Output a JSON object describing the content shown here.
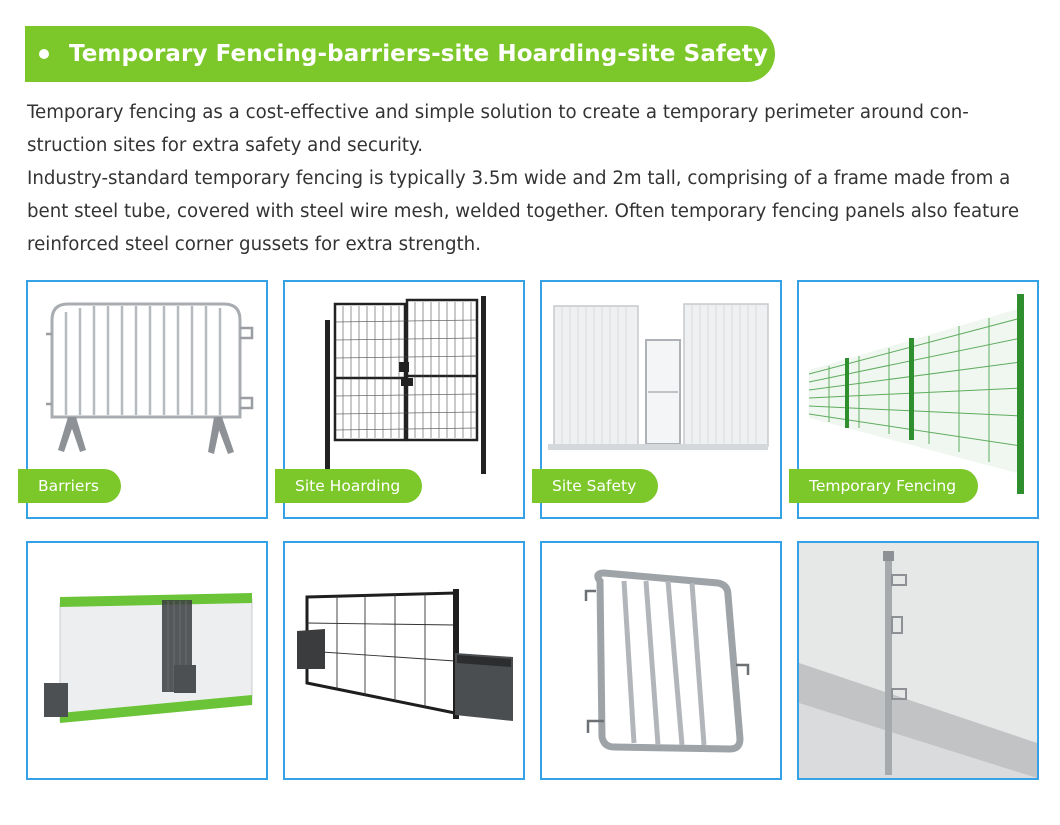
{
  "header": {
    "title": "Temporary Fencing-barriers-site Hoarding-site Safety"
  },
  "description": {
    "paragraph_1": "Temporary fencing as a cost-effective and simple solution to create a temporary perimeter around con-struction sites for extra safety and security.",
    "paragraph_2": "Industry-standard temporary fencing is typically 3.5m wide and 2m tall, comprising of a frame made from a bent steel tube, covered with steel wire mesh, welded together.   Often temporary fencing panels also feature reinforced steel corner gussets for extra strength."
  },
  "products": [
    {
      "label": "Barriers",
      "image": "crowd-barrier-image"
    },
    {
      "label": "Site Hoarding",
      "image": "mesh-gate-image"
    },
    {
      "label": "Site Safety",
      "image": "security-fence-gate-image"
    },
    {
      "label": "Temporary Fencing",
      "image": "green-mesh-fence-image"
    },
    {
      "label": "",
      "image": "hoarding-panel-image"
    },
    {
      "label": "",
      "image": "sliding-gate-image"
    },
    {
      "label": "",
      "image": "steel-barrier-panel-image"
    },
    {
      "label": "",
      "image": "edge-protection-post-image"
    }
  ],
  "colors": {
    "accent_green": "#7cc729",
    "card_border_blue": "#36a2e5",
    "body_text": "#333333"
  }
}
